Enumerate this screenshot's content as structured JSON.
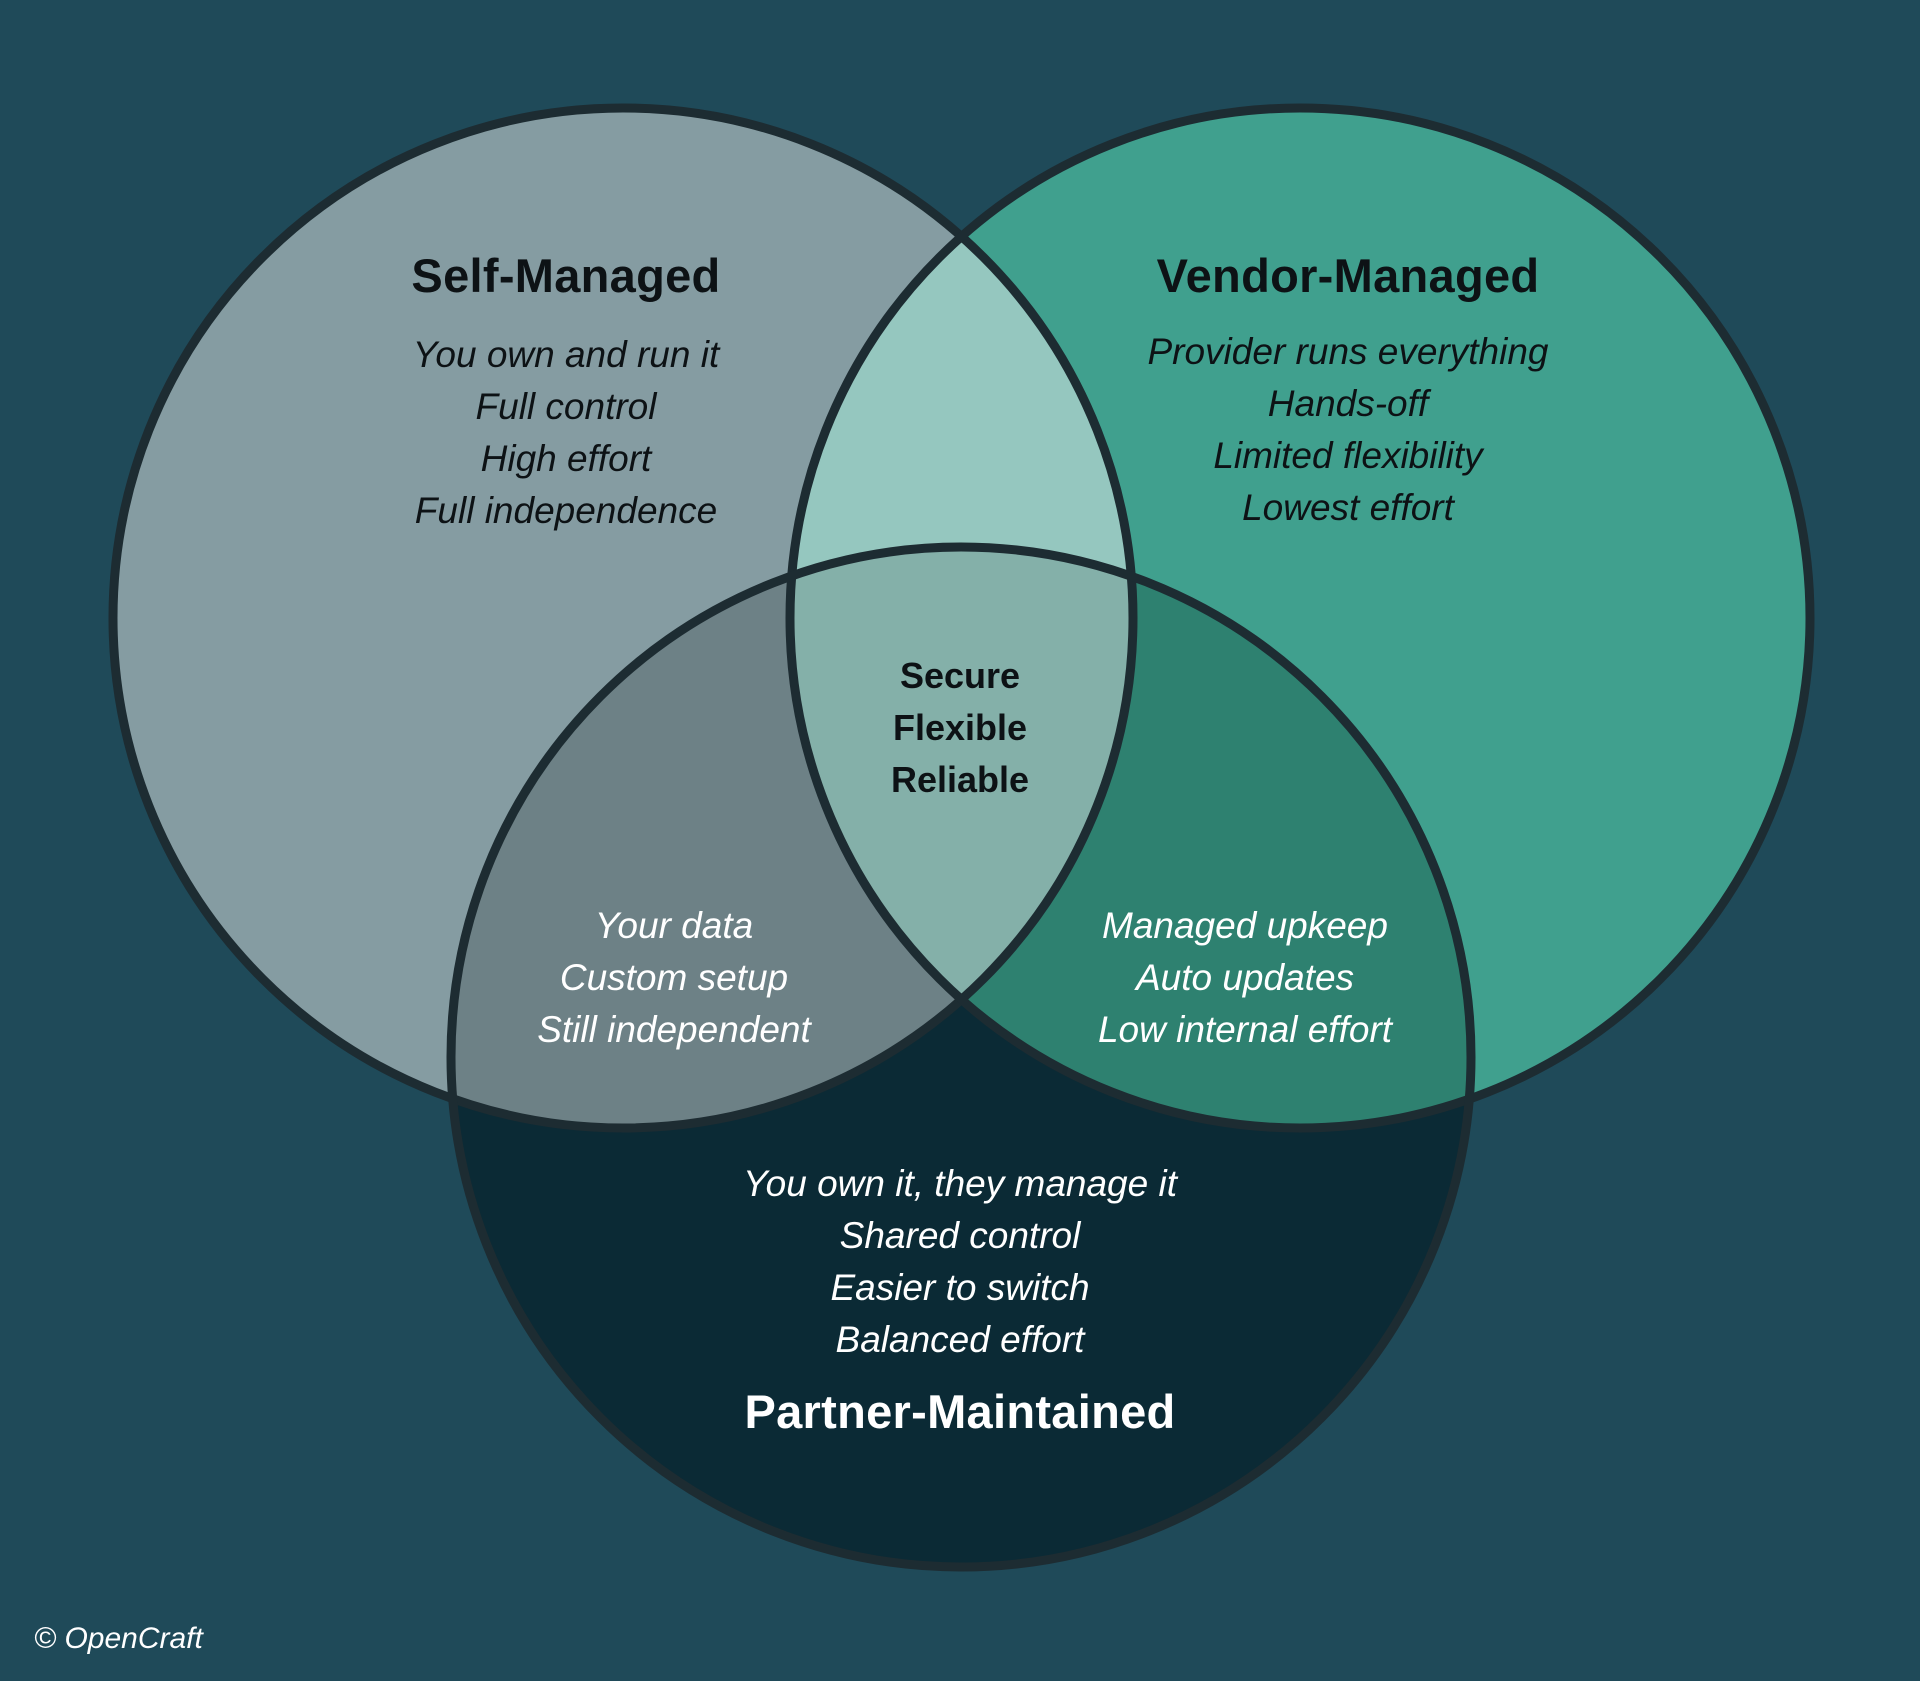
{
  "colors": {
    "background": "#1f4a59",
    "outline": "#1d2c32",
    "self_managed": "#859ca2",
    "vendor_managed": "#40a08e",
    "partner_maintained": "#0b2a35",
    "self_vendor_overlap": "#95c7bf",
    "self_partner_overlap": "#6d8186",
    "vendor_partner_overlap": "#2e8170",
    "center_overlap": "#84b0a9"
  },
  "sets": {
    "self_managed": {
      "title": "Self-Managed",
      "lines": [
        "You own and run it",
        "Full control",
        "High effort",
        "Full independence"
      ]
    },
    "vendor_managed": {
      "title": "Vendor-Managed",
      "lines": [
        "Provider runs everything",
        "Hands-off",
        "Limited flexibility",
        "Lowest effort"
      ]
    },
    "partner_maintained": {
      "title": "Partner-Maintained",
      "lines": [
        "You own it, they manage it",
        "Shared control",
        "Easier to switch",
        "Balanced effort"
      ]
    }
  },
  "overlaps": {
    "self_partner": [
      "Your data",
      "Custom setup",
      "Still independent"
    ],
    "vendor_partner": [
      "Managed upkeep",
      "Auto updates",
      "Low internal effort"
    ],
    "center": [
      "Secure",
      "Flexible",
      "Reliable"
    ]
  },
  "footer": {
    "copyright": "© OpenCraft"
  }
}
